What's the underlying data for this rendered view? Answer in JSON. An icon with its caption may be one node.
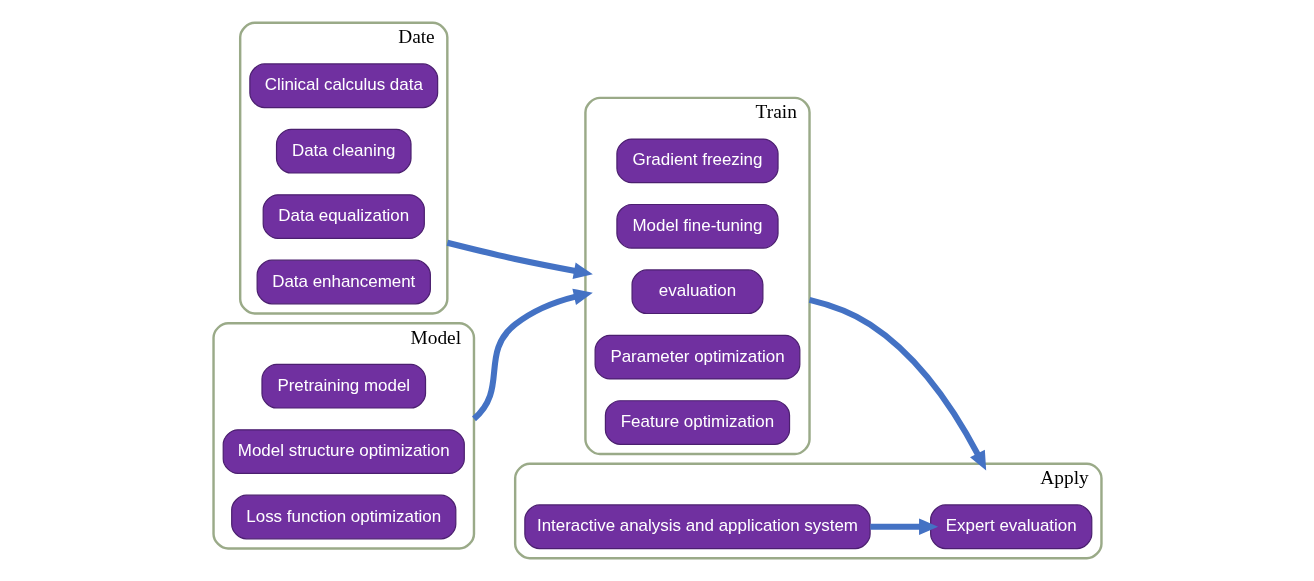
{
  "diagram": {
    "nodes": [
      {
        "text": [
          "Date"
        ]
      },
      {
        "text": [
          "Clinical calculus data"
        ],
        "in": 0
      },
      {
        "text": [
          "Data cleaning"
        ],
        "in": 0
      },
      {
        "text": [
          "Data equalization"
        ],
        "in": 0
      },
      {
        "text": [
          "Data enhancement"
        ],
        "in": 0
      },
      {
        "text": [
          "Model"
        ]
      },
      {
        "text": [
          "Pretraining model"
        ],
        "in": 5
      },
      {
        "text": [
          "Model structure optimization"
        ],
        "in": 5
      },
      {
        "text": [
          "Loss function optimization"
        ],
        "in": 5
      },
      {
        "text": [
          "Train"
        ]
      },
      {
        "text": [
          "Gradient freezing"
        ],
        "in": 9
      },
      {
        "text": [
          "Model fine-tuning"
        ],
        "in": 9
      },
      {
        "text": [
          "evaluation"
        ],
        "in": 9
      },
      {
        "text": [
          "Parameter optimization"
        ],
        "in": 9
      },
      {
        "text": [
          "Feature optimization"
        ],
        "in": 9
      },
      {
        "text": [
          "Apply"
        ]
      },
      {
        "text": [
          "Interactive analysis and application system"
        ],
        "in": 15
      },
      {
        "text": [
          "Expert evaluation"
        ],
        "in": 15
      }
    ],
    "edges": [
      {
        "from": 0,
        "to": 9,
        "arrow": "to"
      },
      {
        "from": 5,
        "to": 9,
        "arrow": "to"
      },
      {
        "from": 9,
        "to": 15,
        "arrow": "to"
      },
      {
        "from": 16,
        "to": 17,
        "arrow": "to"
      }
    ]
  }
}
